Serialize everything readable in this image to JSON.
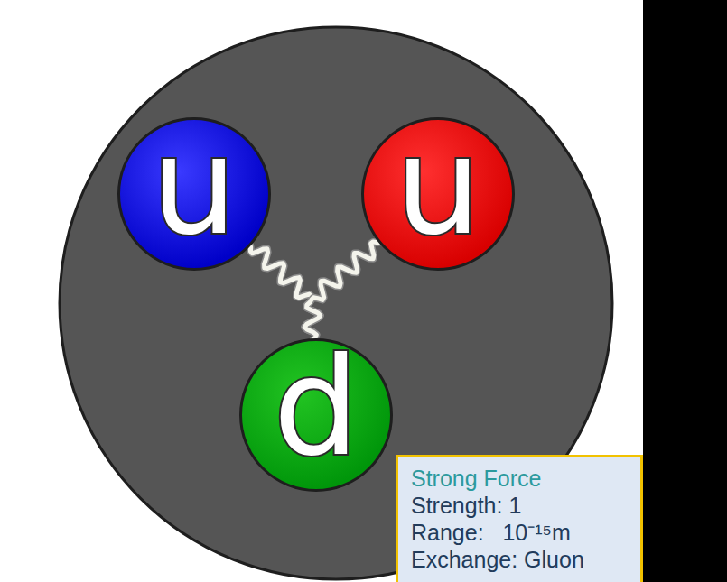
{
  "diagram": {
    "nodes": [
      {
        "text": [
          "u"
        ]
      },
      {
        "text": [
          "u"
        ]
      },
      {
        "text": [
          "d"
        ]
      },
      {
        "text": [
          "Strong Force",
          "Strength: 1",
          "Range:   10⁻¹⁵m",
          "Exchange: Gluon"
        ]
      }
    ],
    "edges": [
      {
        "from": 0,
        "to": 2,
        "arrow": "none"
      },
      {
        "from": 1,
        "to": 2,
        "arrow": "none"
      }
    ]
  }
}
